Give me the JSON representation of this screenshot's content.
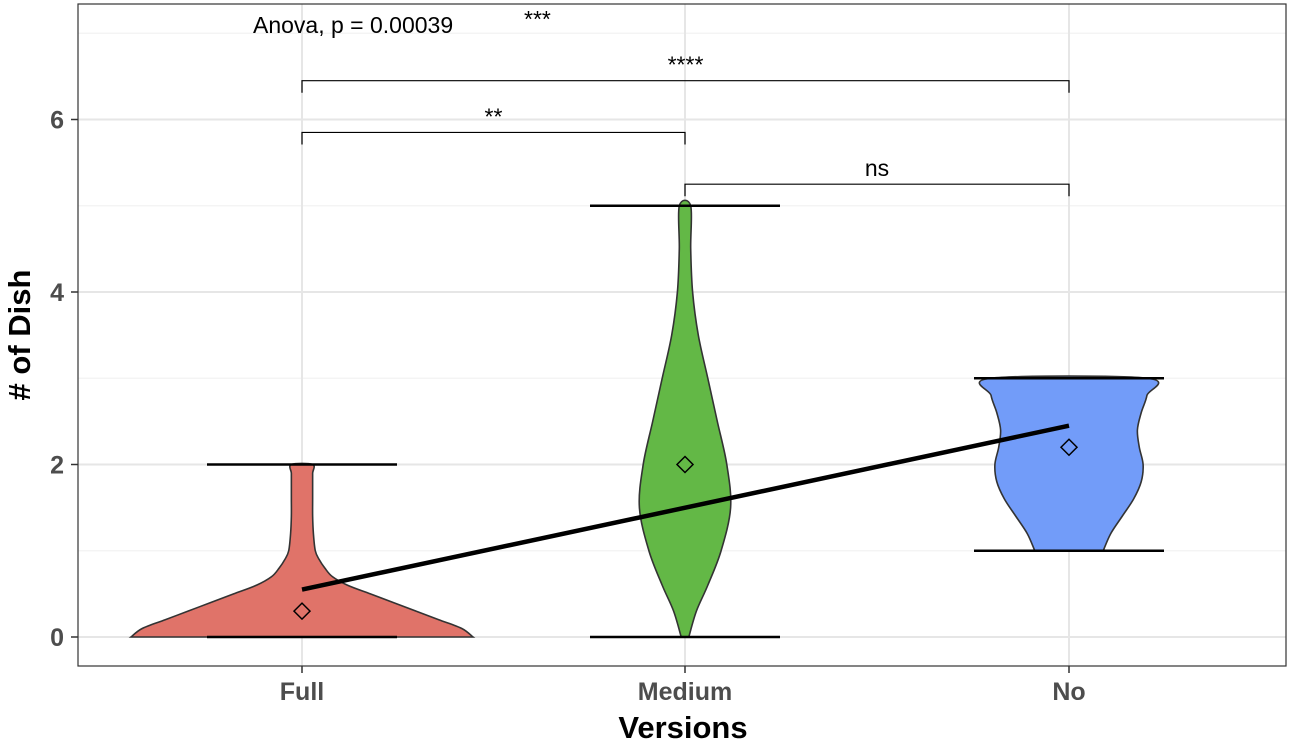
{
  "chart_data": {
    "type": "violin",
    "xlabel": "Versions",
    "ylabel": "# of Dish",
    "categories": [
      "Full",
      "Medium",
      "No"
    ],
    "ylim": [
      -0.3,
      7.2
    ],
    "yticks": [
      0,
      2,
      4,
      6
    ],
    "ytick_labels": [
      "0",
      "2",
      "4",
      "6"
    ],
    "grid": true,
    "violins": [
      {
        "category": "Full",
        "min": 0,
        "max": 2,
        "mean": 0.3,
        "color": "#E07369",
        "density": [
          [
            0,
            0.45
          ],
          [
            0.1,
            0.42
          ],
          [
            0.2,
            0.36
          ],
          [
            0.3,
            0.3
          ],
          [
            0.4,
            0.24
          ],
          [
            0.5,
            0.18
          ],
          [
            0.6,
            0.12
          ],
          [
            0.7,
            0.08
          ],
          [
            0.8,
            0.06
          ],
          [
            0.9,
            0.045
          ],
          [
            1.0,
            0.035
          ],
          [
            1.2,
            0.03
          ],
          [
            1.4,
            0.028
          ],
          [
            1.6,
            0.028
          ],
          [
            1.8,
            0.028
          ],
          [
            1.9,
            0.028
          ],
          [
            2.0,
            0.028
          ]
        ]
      },
      {
        "category": "Medium",
        "min": 0,
        "max": 5,
        "mean": 2.0,
        "color": "#63B846",
        "density": [
          [
            0,
            0.01
          ],
          [
            0.3,
            0.03
          ],
          [
            0.6,
            0.06
          ],
          [
            1.0,
            0.095
          ],
          [
            1.5,
            0.12
          ],
          [
            2.0,
            0.11
          ],
          [
            2.5,
            0.085
          ],
          [
            3.0,
            0.06
          ],
          [
            3.5,
            0.035
          ],
          [
            4.0,
            0.02
          ],
          [
            4.5,
            0.015
          ],
          [
            5.0,
            0.015
          ]
        ]
      },
      {
        "category": "No",
        "min": 1,
        "max": 3,
        "mean": 2.2,
        "color": "#729CF9",
        "density": [
          [
            1.0,
            0.09
          ],
          [
            1.2,
            0.11
          ],
          [
            1.4,
            0.14
          ],
          [
            1.6,
            0.17
          ],
          [
            1.8,
            0.19
          ],
          [
            2.0,
            0.195
          ],
          [
            2.2,
            0.185
          ],
          [
            2.4,
            0.18
          ],
          [
            2.6,
            0.19
          ],
          [
            2.8,
            0.205
          ],
          [
            3.0,
            0.205
          ]
        ]
      }
    ],
    "trend_line": {
      "from": [
        "Full",
        0.55
      ],
      "to": [
        "No",
        2.45
      ]
    },
    "comparisons": [
      {
        "group1": "Full",
        "group2": "No",
        "label": "****",
        "y": 6.45
      },
      {
        "group1": "Full",
        "group2": "Medium",
        "label": "**",
        "y": 5.85
      },
      {
        "group1": "Medium",
        "group2": "No",
        "label": "ns",
        "y": 5.25
      }
    ],
    "anova_label": "Anova, p = 0.00039",
    "anova_signif": "***"
  }
}
